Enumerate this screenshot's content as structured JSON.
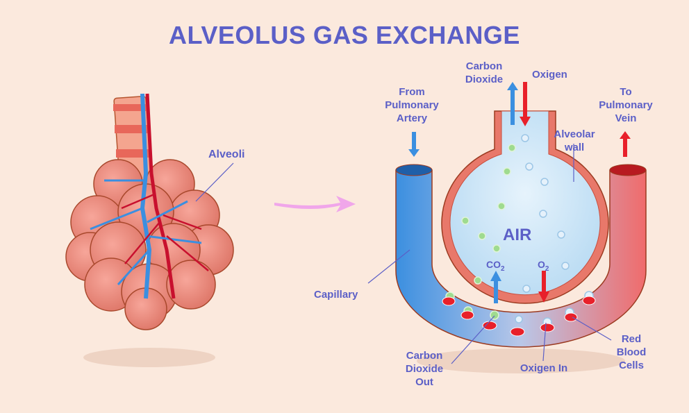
{
  "title": "ALVEOLUS GAS EXCHANGE",
  "left_figure": {
    "label_alveoli": "Alveoli"
  },
  "right_figure": {
    "label_carbon_dioxide_top": "Carbon Dioxide",
    "label_oxigen_top": "Oxigen",
    "label_from_pulmonary_artery": "From Pulmonary Artery",
    "label_to_pulmonary_vein": "To Pulmonary Vein",
    "label_alveolar_wall": "Alveolar wall",
    "label_air": "AIR",
    "label_co2": "CO",
    "label_co2_sub": "2",
    "label_o2": "O",
    "label_o2_sub": "2",
    "label_capillary": "Capillary",
    "label_carbon_dioxide_out": "Carbon Dioxide Out",
    "label_oxigen_in": "Oxigen In",
    "label_red_blood_cells": "Red Blood Cells"
  },
  "colors": {
    "background": "#fbe9dd",
    "label": "#5b5fc7",
    "deoxygenated_blue": "#3b8fe0",
    "oxygenated_red": "#e8202a",
    "alveolar_wall": "#e8786a",
    "air": "#cfe6f7",
    "arrow_pink": "#f0a6ea"
  }
}
